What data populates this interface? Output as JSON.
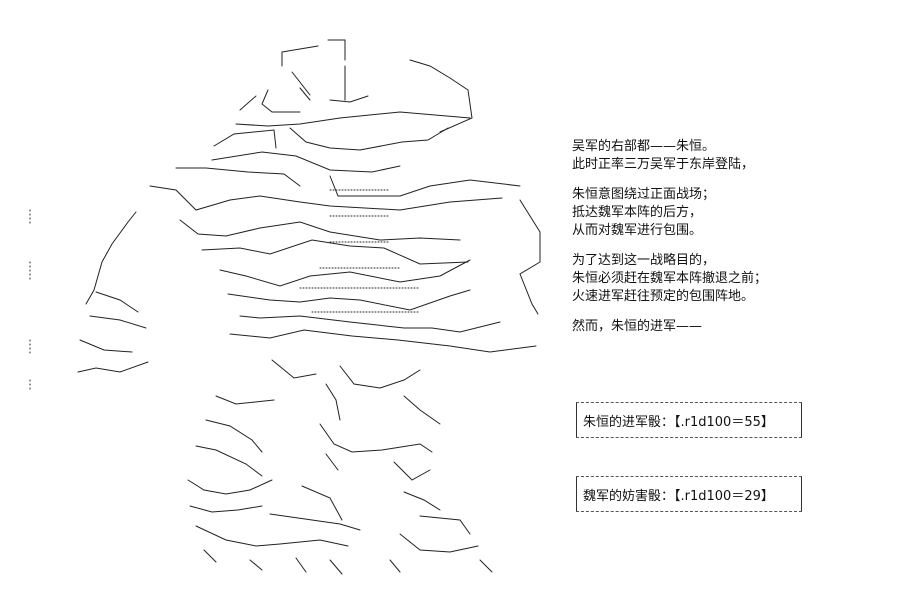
{
  "narration": {
    "para1": [
      "吴军的右部都——朱恒。",
      "此时正率三万吴军于东岸登陆，"
    ],
    "para2": [
      "朱恒意图绕过正面战场；",
      "抵达魏军本阵的后方，",
      "从而对魏军进行包围。"
    ],
    "para3": [
      "为了达到这一战略目的，",
      "朱恒必须赶在魏军本阵撤退之前；",
      "火速进军赶往预定的包围阵地。"
    ],
    "para4": [
      "然而，朱恒的进军——"
    ]
  },
  "dice": [
    {
      "label": "朱恒的进军骰：",
      "expr": "【.r1d100＝55】"
    },
    {
      "label": "魏军的妨害骰：",
      "expr": "【.r1d100＝29】"
    }
  ],
  "colors": {
    "ink": "#111111",
    "background": "#ffffff"
  }
}
